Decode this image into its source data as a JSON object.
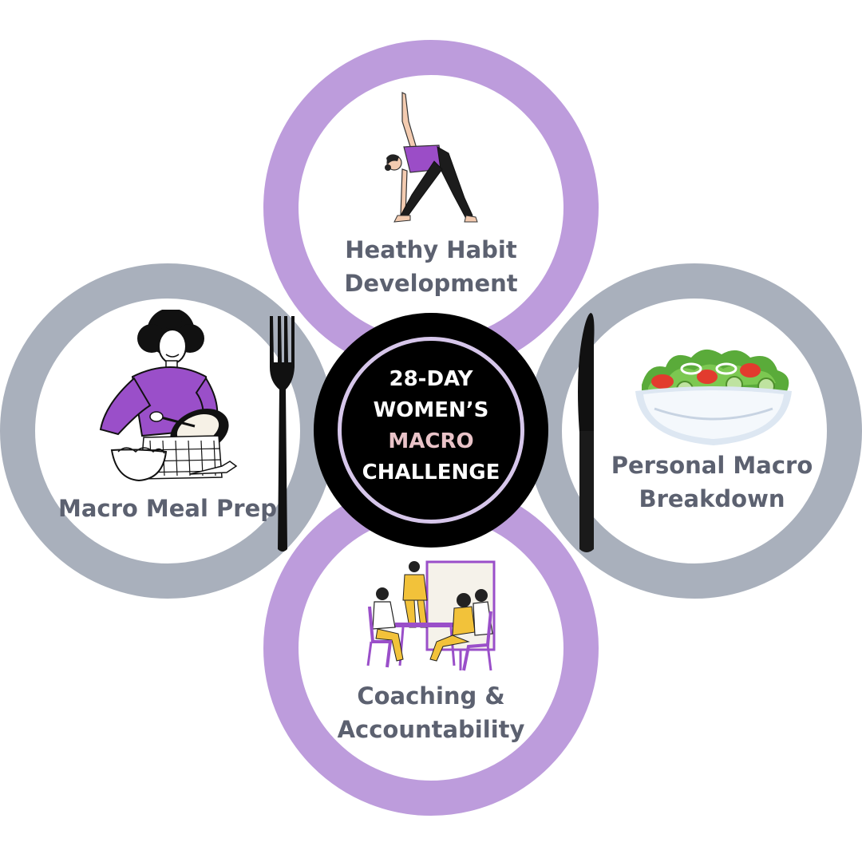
{
  "center": {
    "line1": "28-DAY",
    "line2": "WOMEN’S",
    "line3": "MACRO",
    "line4": "CHALLENGE"
  },
  "items": {
    "top": {
      "line1": "Heathy Habit",
      "line2": "Development",
      "icon": "yoga-pose-icon"
    },
    "left": {
      "line1": "Macro Meal Prep",
      "icon": "woman-cooking-icon"
    },
    "right": {
      "line1": "Personal Macro",
      "line2": "Breakdown",
      "icon": "salad-bowl-icon"
    },
    "bottom": {
      "line1": "Coaching &",
      "line2": "Accountability",
      "icon": "team-meeting-icon"
    }
  },
  "colors": {
    "purple_ring": "#bd9cdc",
    "gray_ring": "#a9b0bc",
    "label_text": "#5c6170",
    "center_plate": "#000000",
    "center_accent": "#e9c3c8"
  }
}
